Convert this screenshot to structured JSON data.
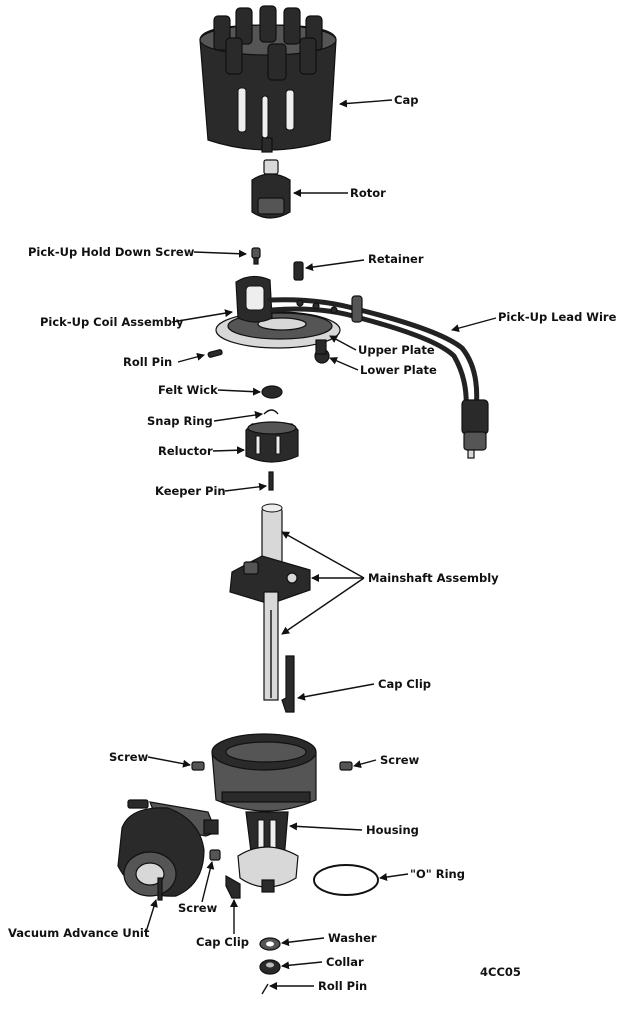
{
  "labels": {
    "cap": "Cap",
    "rotor": "Rotor",
    "pickup_hold_down_screw": "Pick-Up Hold Down Screw",
    "retainer": "Retainer",
    "pickup_coil_assembly": "Pick-Up Coil Assembly",
    "pickup_lead_wire": "Pick-Up Lead Wire",
    "roll_pin_top": "Roll Pin",
    "upper_plate": "Upper Plate",
    "lower_plate": "Lower Plate",
    "felt_wick": "Felt Wick",
    "snap_ring": "Snap Ring",
    "reluctor": "Reluctor",
    "keeper_pin": "Keeper Pin",
    "mainshaft_assembly": "Mainshaft Assembly",
    "cap_clip_upper": "Cap Clip",
    "screw_left": "Screw",
    "screw_right": "Screw",
    "housing": "Housing",
    "o_ring": "\"O\" Ring",
    "vacuum_advance_unit": "Vacuum Advance Unit",
    "screw_lower": "Screw",
    "cap_clip_lower": "Cap Clip",
    "washer": "Washer",
    "collar": "Collar",
    "roll_pin_bottom": "Roll Pin",
    "figure_code": "4CC05"
  }
}
